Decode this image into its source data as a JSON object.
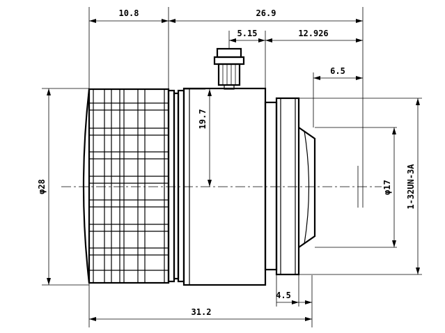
{
  "drawing": {
    "subject": "",
    "dimensions": {
      "grip_length": "10.8",
      "body_length": "26.9",
      "screw_offset": "5.15",
      "rear_length": "12.926",
      "flange_offset": "6.5",
      "screw_height": "19.7",
      "outer_diameter": "φ28",
      "inner_diameter": "φ17",
      "mount_thread": "1-32UN-3A",
      "mount_length": "4.5",
      "total_length": "31.2"
    }
  }
}
